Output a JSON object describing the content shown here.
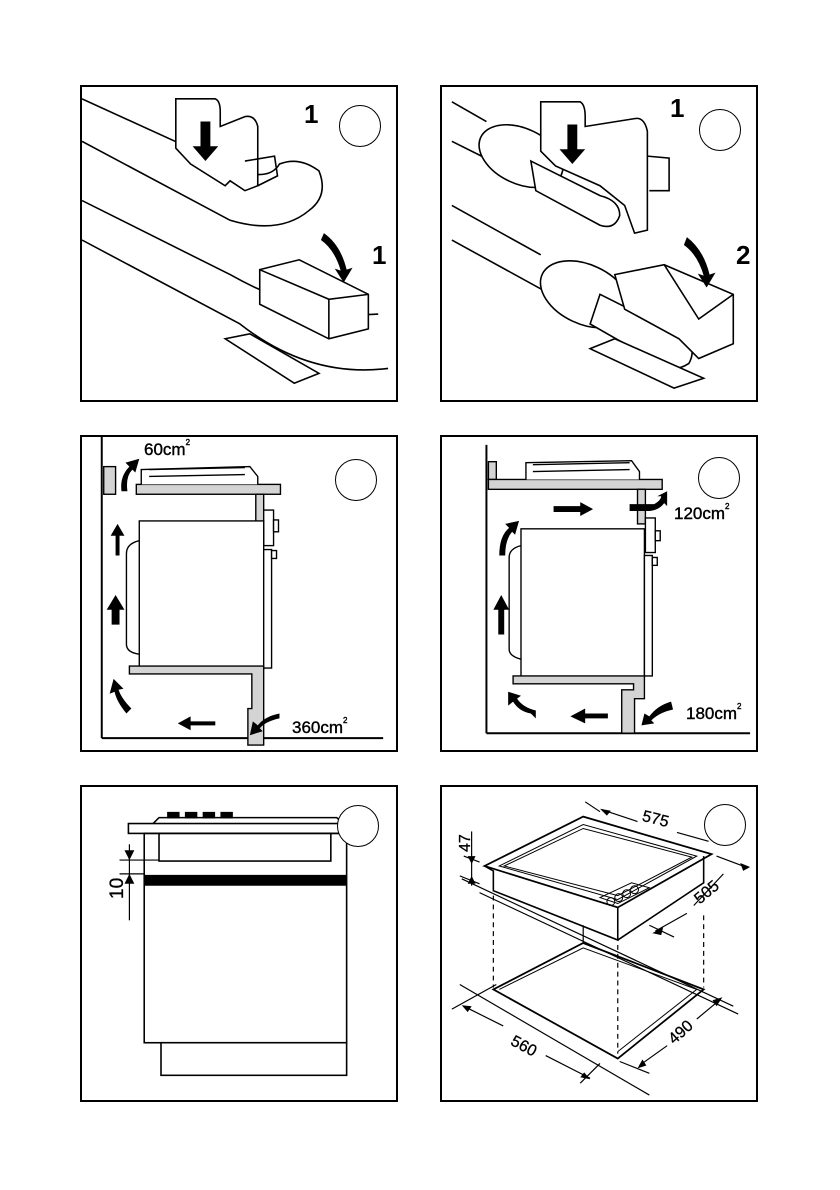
{
  "panels": [
    {
      "id": "clip-installation-a",
      "step_labels": [
        "1",
        "1"
      ],
      "figure_marker": ""
    },
    {
      "id": "clip-installation-b",
      "step_labels": [
        "1",
        "2"
      ],
      "figure_marker": ""
    },
    {
      "id": "ventilation-a",
      "openings": {
        "top": "60cm",
        "bottom": "360cm"
      },
      "unit_superscript": "2",
      "figure_marker": ""
    },
    {
      "id": "ventilation-b",
      "openings": {
        "top": "120cm",
        "bottom": "180cm"
      },
      "unit_superscript": "2",
      "figure_marker": ""
    },
    {
      "id": "side-clearance",
      "dimensions": {
        "clearance": "10"
      },
      "figure_marker": ""
    },
    {
      "id": "cutout-dimensions",
      "dimensions": {
        "hob_width": "575",
        "hob_depth": "505",
        "hob_height": "47",
        "cutout_width": "560",
        "cutout_depth": "490"
      },
      "figure_marker": ""
    }
  ],
  "colors": {
    "line": "#000000",
    "fill_gray": "#d4d4d4",
    "background": "#ffffff"
  }
}
